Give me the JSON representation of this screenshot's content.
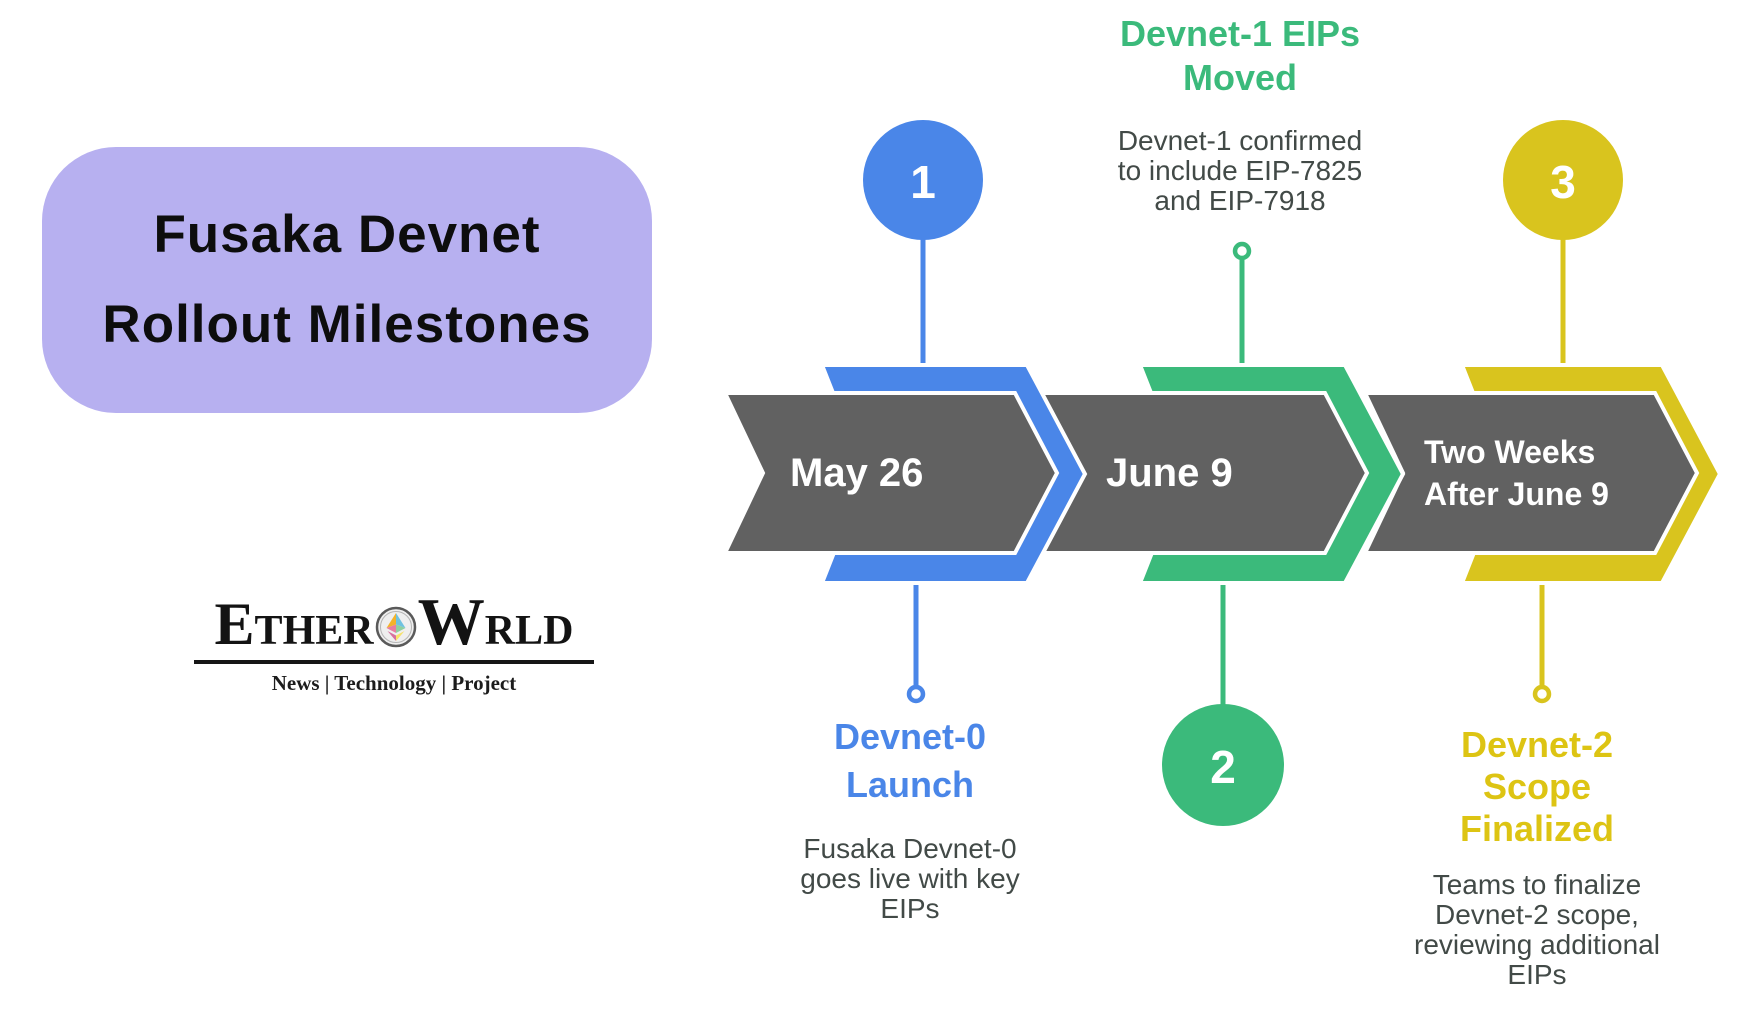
{
  "colors": {
    "blue": "#4a86e8",
    "green": "#3bba7b",
    "yellow": "#d9c41e",
    "chevron_gray": "#616161",
    "header_bg": "#b7b0f0",
    "description_text": "#424a47",
    "white": "#ffffff"
  },
  "header": {
    "title_lines": [
      "Fusaka Devnet",
      "Rollout Milestones"
    ]
  },
  "logo": {
    "wordmark_start": "EtherW",
    "wordmark_end": "rld",
    "o_icon": "ethereum-diamond-coin-icon",
    "tagline": "News | Technology | Project"
  },
  "milestones": [
    {
      "number": "1",
      "color": "#4a86e8",
      "date": "May 26",
      "title_lines": [
        "Devnet-0",
        "Launch"
      ],
      "description_lines": [
        "Fusaka Devnet-0",
        "goes live with key",
        "EIPs"
      ],
      "annotation_position": "below"
    },
    {
      "number": "2",
      "color": "#3bba7b",
      "date": "June 9",
      "title_lines": [
        "Devnet-1 EIPs",
        "Moved"
      ],
      "description_lines": [
        "Devnet-1 confirmed",
        "to include EIP-7825",
        "and EIP-7918"
      ],
      "annotation_position": "above"
    },
    {
      "number": "3",
      "color": "#d9c41e",
      "date_lines": [
        "Two Weeks",
        "After June 9"
      ],
      "title_lines": [
        "Devnet-2",
        "Scope",
        "Finalized"
      ],
      "description_lines": [
        "Teams to finalize",
        "Devnet-2 scope,",
        "reviewing additional",
        "EIPs"
      ],
      "annotation_position": "below"
    }
  ]
}
